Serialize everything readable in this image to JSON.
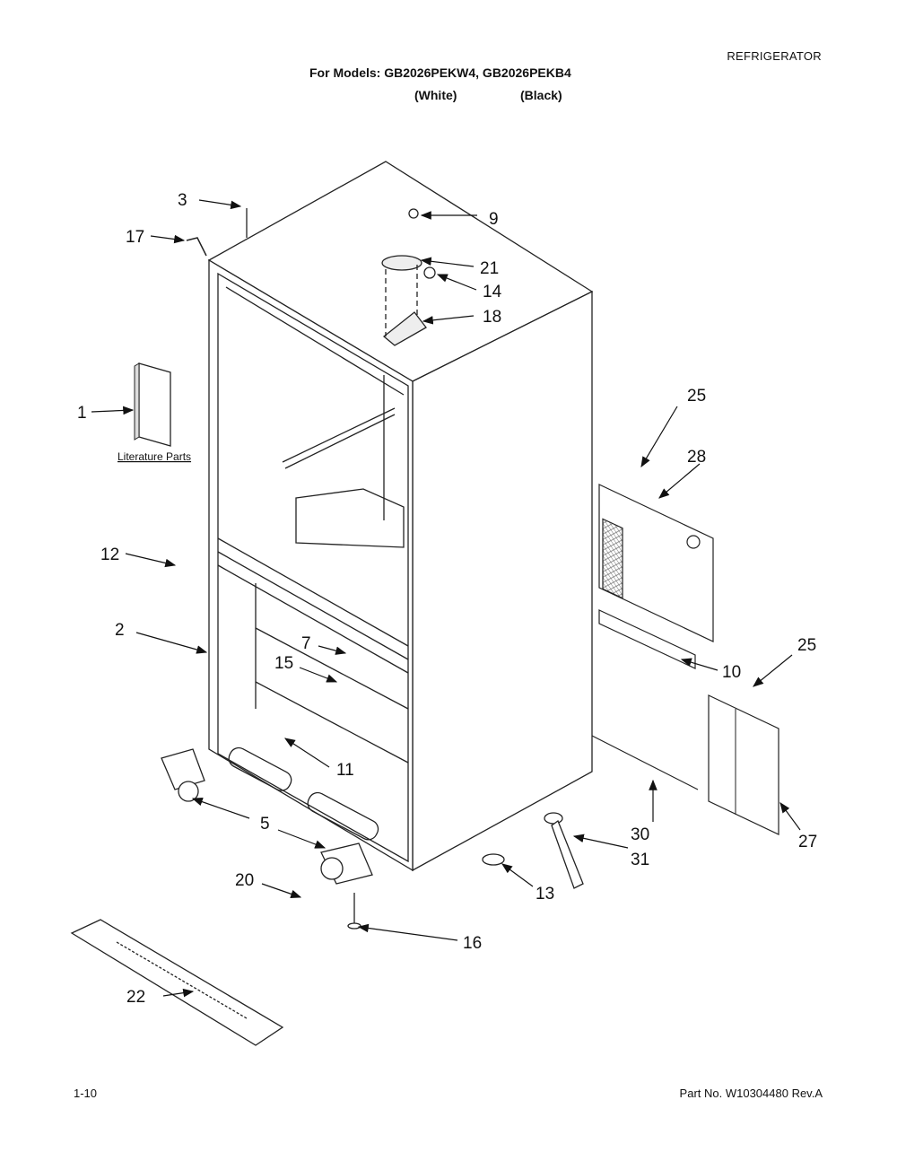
{
  "header": {
    "category": "REFRIGERATOR",
    "models_line": "For Models: GB2026PEKW4, GB2026PEKB4",
    "variant_white": "(White)",
    "variant_black": "(Black)"
  },
  "footer": {
    "page_number": "1-10",
    "part_number": "Part No. W10304480 Rev.A"
  },
  "literature_label": "Literature Parts",
  "callouts": {
    "c1": "1",
    "c2": "2",
    "c3": "3",
    "c5": "5",
    "c7": "7",
    "c9": "9",
    "c10": "10",
    "c11": "11",
    "c12": "12",
    "c13": "13",
    "c14": "14",
    "c15": "15",
    "c16": "16",
    "c17": "17",
    "c18": "18",
    "c20": "20",
    "c21": "21",
    "c22": "22",
    "c25a": "25",
    "c25b": "25",
    "c27": "27",
    "c28": "28",
    "c30": "30",
    "c31": "31"
  }
}
